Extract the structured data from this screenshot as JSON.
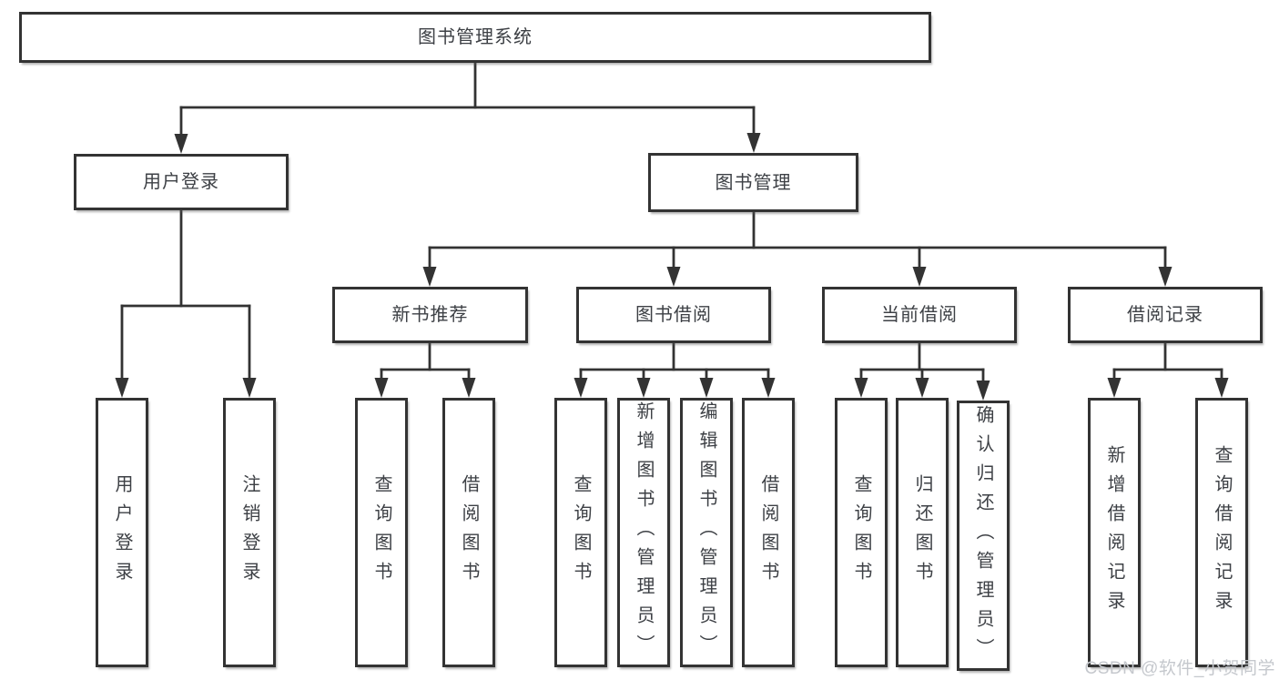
{
  "diagram": {
    "title": "图书管理系统",
    "root": {
      "label": "图书管理系统"
    },
    "level2": [
      {
        "label": "用户登录"
      },
      {
        "label": "图书管理"
      }
    ],
    "level3": [
      {
        "label": "新书推荐",
        "parent": "图书管理"
      },
      {
        "label": "图书借阅",
        "parent": "图书管理"
      },
      {
        "label": "当前借阅",
        "parent": "图书管理"
      },
      {
        "label": "借阅记录",
        "parent": "图书管理"
      }
    ],
    "leaves": [
      {
        "label": "用户登录",
        "parent": "用户登录"
      },
      {
        "label": "注销登录",
        "parent": "用户登录"
      },
      {
        "label": "查询图书",
        "parent": "新书推荐"
      },
      {
        "label": "借阅图书",
        "parent": "新书推荐"
      },
      {
        "label": "查询图书",
        "parent": "图书借阅"
      },
      {
        "label": "新增图书（管理员）",
        "parent": "图书借阅"
      },
      {
        "label": "编辑图书（管理员）",
        "parent": "图书借阅"
      },
      {
        "label": "借阅图书",
        "parent": "图书借阅"
      },
      {
        "label": "查询图书",
        "parent": "当前借阅"
      },
      {
        "label": "归还图书",
        "parent": "当前借阅"
      },
      {
        "label": "确认归还（管理员）",
        "parent": "当前借阅"
      },
      {
        "label": "新增借阅记录",
        "parent": "借阅记录"
      },
      {
        "label": "查询借阅记录",
        "parent": "借阅记录"
      }
    ]
  },
  "watermark": {
    "text": "CSDN @软件_小贺同学"
  },
  "colors": {
    "line": "#333333",
    "text": "#3d4045",
    "watermark": "#c5c8cd",
    "background": "#ffffff"
  }
}
